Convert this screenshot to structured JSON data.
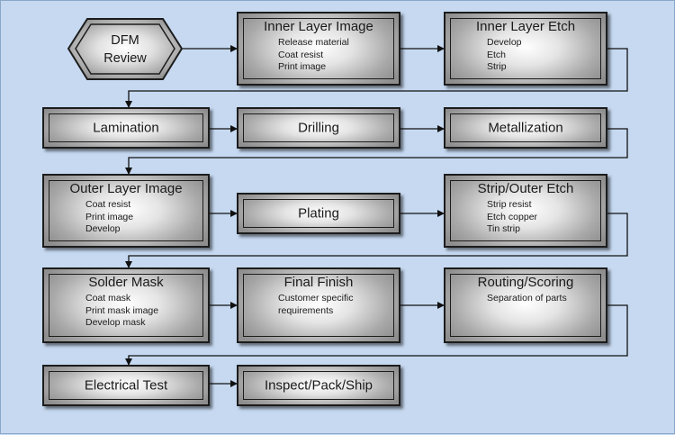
{
  "start": {
    "line1": "DFM",
    "line2": "Review"
  },
  "steps": {
    "inner_layer_image": {
      "title": "Inner Layer Image",
      "items": [
        "Release material",
        "Coat resist",
        "Print image"
      ]
    },
    "inner_layer_etch": {
      "title": "Inner Layer Etch",
      "items": [
        "Develop",
        "Etch",
        "Strip"
      ]
    },
    "lamination": {
      "title": "Lamination"
    },
    "drilling": {
      "title": "Drilling"
    },
    "metallization": {
      "title": "Metallization"
    },
    "outer_layer_image": {
      "title": "Outer Layer Image",
      "items": [
        "Coat resist",
        "Print image",
        "Develop"
      ]
    },
    "plating": {
      "title": "Plating"
    },
    "strip_outer_etch": {
      "title": "Strip/Outer Etch",
      "items": [
        "Strip resist",
        "Etch copper",
        "Tin strip"
      ]
    },
    "solder_mask": {
      "title": "Solder Mask",
      "items": [
        "Coat mask",
        "Print mask image",
        "Develop mask"
      ]
    },
    "final_finish": {
      "title": "Final Finish",
      "items": [
        "Customer specific",
        "requirements"
      ]
    },
    "routing_scoring": {
      "title": "Routing/Scoring",
      "items": [
        "Separation of parts"
      ]
    },
    "electrical_test": {
      "title": "Electrical Test"
    },
    "inspect_pack_ship": {
      "title": "Inspect/Pack/Ship"
    }
  }
}
